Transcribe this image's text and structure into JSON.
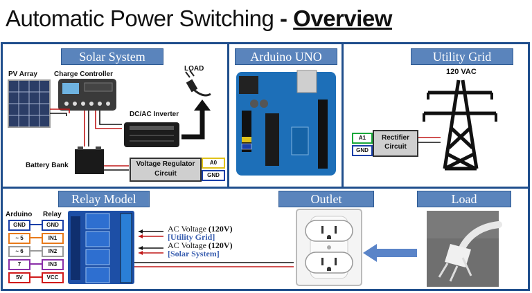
{
  "title": {
    "main": "Automatic Power Switching",
    "sep": " - ",
    "sub": "Overview"
  },
  "solar": {
    "header": "Solar System",
    "pv_array": "PV Array",
    "charge_controller": "Charge Controller",
    "load": "LOAD",
    "inverter": "DC/AC Inverter",
    "battery": "Battery Bank",
    "regulator": "Voltage Regulator Circuit",
    "pin_a0": "A0",
    "pin_gnd": "GND"
  },
  "arduino": {
    "header": "Arduino UNO"
  },
  "grid": {
    "header": "Utility Grid",
    "voltage": "120 VAC",
    "rectifier": "Rectifier Circuit",
    "pin_a1": "A1",
    "pin_gnd": "GND"
  },
  "relay": {
    "header": "Relay Model",
    "col_arduino": "Arduino",
    "col_relay": "Relay",
    "arduino_pins": [
      "GND",
      "~ 5",
      "~ 6",
      "7",
      "5V"
    ],
    "relay_pins": [
      "GND",
      "IN1",
      "IN2",
      "IN3",
      "VCC"
    ],
    "pin_colors": [
      "#1a3fa8",
      "#e87a1a",
      "#9a9a9a",
      "#8a2fa8",
      "#d01a1a"
    ],
    "ac1_label": "AC Voltage",
    "ac1_value": "(120V)",
    "ac1_source": "[Utility Grid]",
    "ac2_label": "AC Voltage",
    "ac2_value": "(120V)",
    "ac2_source": "[Solar System]"
  },
  "outlet": {
    "header": "Outlet"
  },
  "load": {
    "header": "Load"
  }
}
